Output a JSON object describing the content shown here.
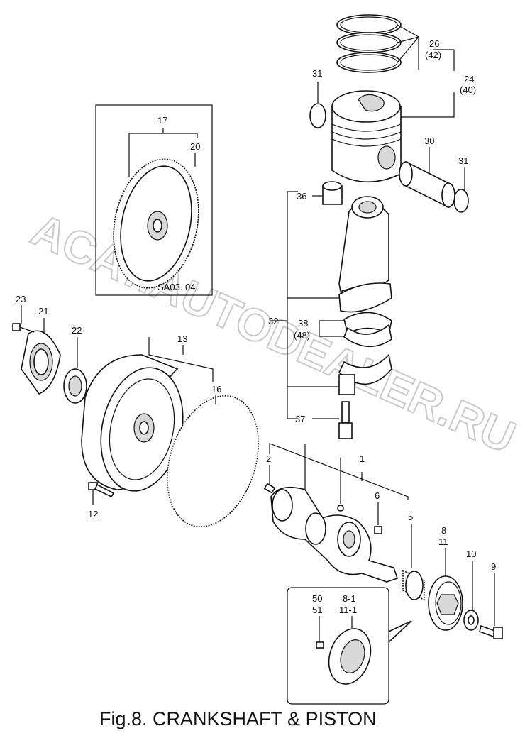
{
  "caption": "Fig.8.  CRANKSHAFT & PISTON",
  "watermark": "ACAT.AUTODEALER.RU",
  "inset_code": "SA03. 04",
  "labels": {
    "l1": "1",
    "l2": "2",
    "l5": "5",
    "l6": "6",
    "l8": "8",
    "l9": "9",
    "l10": "10",
    "l11": "11",
    "l12": "12",
    "l13": "13",
    "l16": "16",
    "l17": "17",
    "l20": "20",
    "l21": "21",
    "l22": "22",
    "l23": "23",
    "l24": "24",
    "l24b": "(40)",
    "l26": "26",
    "l26b": "(42)",
    "l30": "30",
    "l31a": "31",
    "l31b": "31",
    "l32": "32",
    "l36": "36",
    "l37": "37",
    "l38": "38",
    "l38b": "(48)",
    "l50": "50",
    "l51": "51",
    "l81": "8-1",
    "l111": "11-1"
  }
}
